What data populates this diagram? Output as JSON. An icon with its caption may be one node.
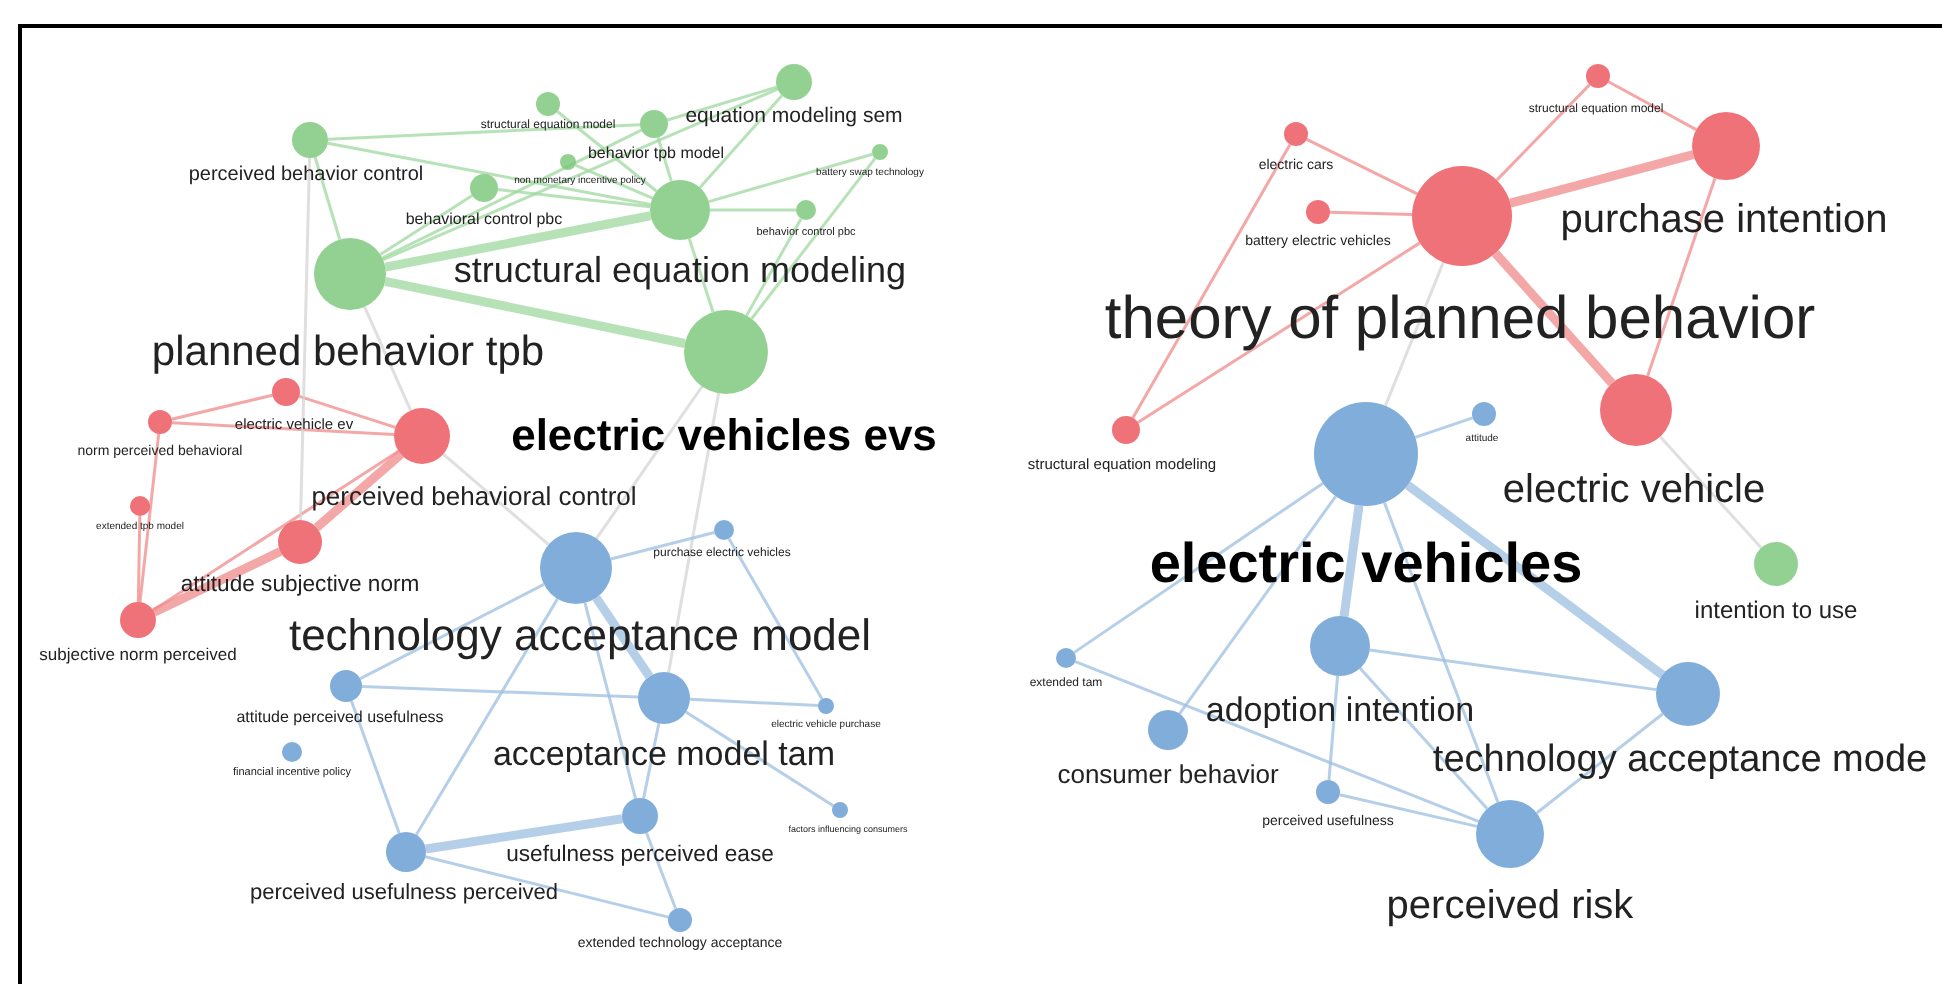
{
  "diagram": {
    "nodes": [
      {
        "text": [
          "perceived behavior control"
        ]
      },
      {
        "text": [
          "structural equation model"
        ]
      },
      {
        "text": [
          "equation modeling sem"
        ]
      },
      {
        "text": [
          "behavior tpb model"
        ]
      },
      {
        "text": [
          "non monetary incentive policy"
        ]
      },
      {
        "text": [
          "behavioral control pbc"
        ]
      },
      {
        "text": [
          "battery swap technology"
        ]
      },
      {
        "text": [
          "structural equation modeling"
        ]
      },
      {
        "text": [
          "behavior control pbc"
        ]
      },
      {
        "text": [
          "planned behavior tpb"
        ]
      },
      {
        "text": [
          "electric vehicles evs"
        ]
      },
      {
        "text": [
          "electric vehicle ev"
        ]
      },
      {
        "text": [
          "norm perceived behavioral"
        ]
      },
      {
        "text": [
          "perceived behavioral control"
        ]
      },
      {
        "text": [
          "extended tpb model"
        ]
      },
      {
        "text": [
          "attitude subjective norm"
        ]
      },
      {
        "text": [
          "subjective norm perceived"
        ]
      },
      {
        "text": [
          "purchase electric vehicles"
        ]
      },
      {
        "text": [
          "technology acceptance model"
        ]
      },
      {
        "text": [
          "attitude perceived usefulness"
        ]
      },
      {
        "text": [
          "acceptance model tam"
        ]
      },
      {
        "text": [
          "electric vehicle purchase"
        ]
      },
      {
        "text": [
          "financial incentive policy"
        ]
      },
      {
        "text": [
          "usefulness perceived ease"
        ]
      },
      {
        "text": [
          "factors influencing consumers"
        ]
      },
      {
        "text": [
          "perceived usefulness perceived"
        ]
      },
      {
        "text": [
          "extended technology acceptance"
        ]
      },
      {
        "text": [
          "structural equation model"
        ]
      },
      {
        "text": [
          "electric cars"
        ]
      },
      {
        "text": [
          "battery electric vehicles"
        ]
      },
      {
        "text": [
          "purchase intention"
        ]
      },
      {
        "text": [
          "theory of planned behavior"
        ]
      },
      {
        "text": [
          "structural equation modeling"
        ]
      },
      {
        "text": [
          "electric vehicles"
        ]
      },
      {
        "text": [
          "attitude"
        ]
      },
      {
        "text": [
          "electric vehicle"
        ]
      },
      {
        "text": [
          "intention to use"
        ]
      },
      {
        "text": [
          "extended tam"
        ]
      },
      {
        "text": [
          "adoption intention"
        ]
      },
      {
        "text": [
          "consumer behavior"
        ]
      },
      {
        "text": [
          "technology acceptance mode"
        ]
      },
      {
        "text": [
          "perceived usefulness"
        ]
      },
      {
        "text": [
          "perceived risk"
        ]
      }
    ],
    "edges": [
      {
        "from": 9,
        "to": 7,
        "arrow": "none",
        "style": "thick",
        "color": "#9fd89f"
      },
      {
        "from": 9,
        "to": 10,
        "arrow": "none",
        "style": "thick",
        "color": "#9fd89f"
      },
      {
        "from": 9,
        "to": 3,
        "arrow": "none",
        "color": "#9fd89f"
      },
      {
        "from": 9,
        "to": 2,
        "arrow": "none",
        "color": "#9fd89f"
      },
      {
        "from": 9,
        "to": 5,
        "arrow": "none",
        "color": "#9fd89f"
      },
      {
        "from": 9,
        "to": 0,
        "arrow": "none",
        "color": "#9fd89f"
      },
      {
        "from": 7,
        "to": 10,
        "arrow": "none",
        "color": "#9fd89f"
      },
      {
        "from": 7,
        "to": 2,
        "arrow": "none",
        "color": "#9fd89f"
      },
      {
        "from": 7,
        "to": 3,
        "arrow": "none",
        "color": "#9fd89f"
      },
      {
        "from": 7,
        "to": 8,
        "arrow": "none",
        "color": "#9fd89f"
      },
      {
        "from": 7,
        "to": 6,
        "arrow": "none",
        "color": "#9fd89f"
      },
      {
        "from": 0,
        "to": 7,
        "arrow": "none",
        "color": "#9fd89f"
      },
      {
        "from": 0,
        "to": 3,
        "arrow": "none",
        "color": "#9fd89f"
      },
      {
        "from": 5,
        "to": 7,
        "arrow": "none",
        "color": "#9fd89f"
      },
      {
        "from": 4,
        "to": 7,
        "arrow": "none",
        "color": "#9fd89f"
      },
      {
        "from": 1,
        "to": 7,
        "arrow": "none",
        "color": "#9fd89f"
      },
      {
        "from": 3,
        "to": 2,
        "arrow": "none",
        "color": "#9fd89f"
      },
      {
        "from": 10,
        "to": 8,
        "arrow": "none",
        "color": "#9fd89f"
      },
      {
        "from": 10,
        "to": 6,
        "arrow": "none",
        "color": "#9fd89f"
      },
      {
        "from": 13,
        "to": 11,
        "arrow": "none",
        "color": "#f08a8a"
      },
      {
        "from": 13,
        "to": 12,
        "arrow": "none",
        "color": "#f08a8a"
      },
      {
        "from": 12,
        "to": 11,
        "arrow": "none",
        "color": "#f08a8a"
      },
      {
        "from": 13,
        "to": 15,
        "arrow": "none",
        "style": "thick",
        "color": "#f08a8a"
      },
      {
        "from": 15,
        "to": 16,
        "arrow": "none",
        "style": "thick",
        "color": "#f08a8a"
      },
      {
        "from": 16,
        "to": 12,
        "arrow": "none",
        "color": "#f08a8a"
      },
      {
        "from": 16,
        "to": 14,
        "arrow": "none",
        "color": "#f08a8a"
      },
      {
        "from": 13,
        "to": 16,
        "arrow": "none",
        "color": "#f08a8a"
      },
      {
        "from": 9,
        "to": 13,
        "arrow": "none"
      },
      {
        "from": 13,
        "to": 18,
        "arrow": "none"
      },
      {
        "from": 10,
        "to": 18,
        "arrow": "none"
      },
      {
        "from": 0,
        "to": 15,
        "arrow": "none"
      },
      {
        "from": 10,
        "to": 20,
        "arrow": "none"
      },
      {
        "from": 18,
        "to": 17,
        "arrow": "none",
        "color": "#9dbfe0"
      },
      {
        "from": 18,
        "to": 19,
        "arrow": "none",
        "color": "#9dbfe0"
      },
      {
        "from": 18,
        "to": 20,
        "arrow": "none",
        "style": "thick",
        "color": "#9dbfe0"
      },
      {
        "from": 18,
        "to": 25,
        "arrow": "none",
        "color": "#9dbfe0"
      },
      {
        "from": 18,
        "to": 23,
        "arrow": "none",
        "color": "#9dbfe0"
      },
      {
        "from": 19,
        "to": 20,
        "arrow": "none",
        "color": "#9dbfe0"
      },
      {
        "from": 19,
        "to": 25,
        "arrow": "none",
        "color": "#9dbfe0"
      },
      {
        "from": 20,
        "to": 23,
        "arrow": "none",
        "color": "#9dbfe0"
      },
      {
        "from": 20,
        "to": 21,
        "arrow": "none",
        "color": "#9dbfe0"
      },
      {
        "from": 23,
        "to": 25,
        "arrow": "none",
        "style": "thick",
        "color": "#9dbfe0"
      },
      {
        "from": 25,
        "to": 26,
        "arrow": "none",
        "color": "#9dbfe0"
      },
      {
        "from": 23,
        "to": 26,
        "arrow": "none",
        "color": "#9dbfe0"
      },
      {
        "from": 20,
        "to": 24,
        "arrow": "none",
        "color": "#9dbfe0"
      },
      {
        "from": 17,
        "to": 21,
        "arrow": "none",
        "color": "#9dbfe0"
      },
      {
        "from": 31,
        "to": 28,
        "arrow": "none",
        "color": "#f08a8a"
      },
      {
        "from": 31,
        "to": 29,
        "arrow": "none",
        "color": "#f08a8a"
      },
      {
        "from": 31,
        "to": 30,
        "arrow": "none",
        "style": "thick",
        "color": "#f08a8a"
      },
      {
        "from": 31,
        "to": 32,
        "arrow": "none",
        "color": "#f08a8a"
      },
      {
        "from": 31,
        "to": 35,
        "arrow": "none",
        "style": "thick",
        "color": "#f08a8a"
      },
      {
        "from": 31,
        "to": 27,
        "arrow": "none",
        "color": "#f08a8a"
      },
      {
        "from": 27,
        "to": 30,
        "arrow": "none",
        "color": "#f08a8a"
      },
      {
        "from": 30,
        "to": 35,
        "arrow": "none",
        "color": "#f08a8a"
      },
      {
        "from": 28,
        "to": 32,
        "arrow": "none",
        "color": "#f08a8a"
      },
      {
        "from": 31,
        "to": 33,
        "arrow": "none"
      },
      {
        "from": 35,
        "to": 36,
        "arrow": "none"
      },
      {
        "from": 33,
        "to": 34,
        "arrow": "none",
        "color": "#9dbfe0"
      },
      {
        "from": 33,
        "to": 38,
        "arrow": "none",
        "style": "thick",
        "color": "#9dbfe0"
      },
      {
        "from": 33,
        "to": 37,
        "arrow": "none",
        "color": "#9dbfe0"
      },
      {
        "from": 33,
        "to": 39,
        "arrow": "none",
        "color": "#9dbfe0"
      },
      {
        "from": 33,
        "to": 40,
        "arrow": "none",
        "style": "thick",
        "color": "#9dbfe0"
      },
      {
        "from": 33,
        "to": 42,
        "arrow": "none",
        "color": "#9dbfe0"
      },
      {
        "from": 38,
        "to": 41,
        "arrow": "none",
        "color": "#9dbfe0"
      },
      {
        "from": 38,
        "to": 40,
        "arrow": "none",
        "color": "#9dbfe0"
      },
      {
        "from": 38,
        "to": 42,
        "arrow": "none",
        "color": "#9dbfe0"
      },
      {
        "from": 37,
        "to": 42,
        "arrow": "none",
        "color": "#9dbfe0"
      },
      {
        "from": 41,
        "to": 42,
        "arrow": "none",
        "color": "#9dbfe0"
      },
      {
        "from": 40,
        "to": 42,
        "arrow": "none",
        "color": "#9dbfe0"
      }
    ]
  }
}
